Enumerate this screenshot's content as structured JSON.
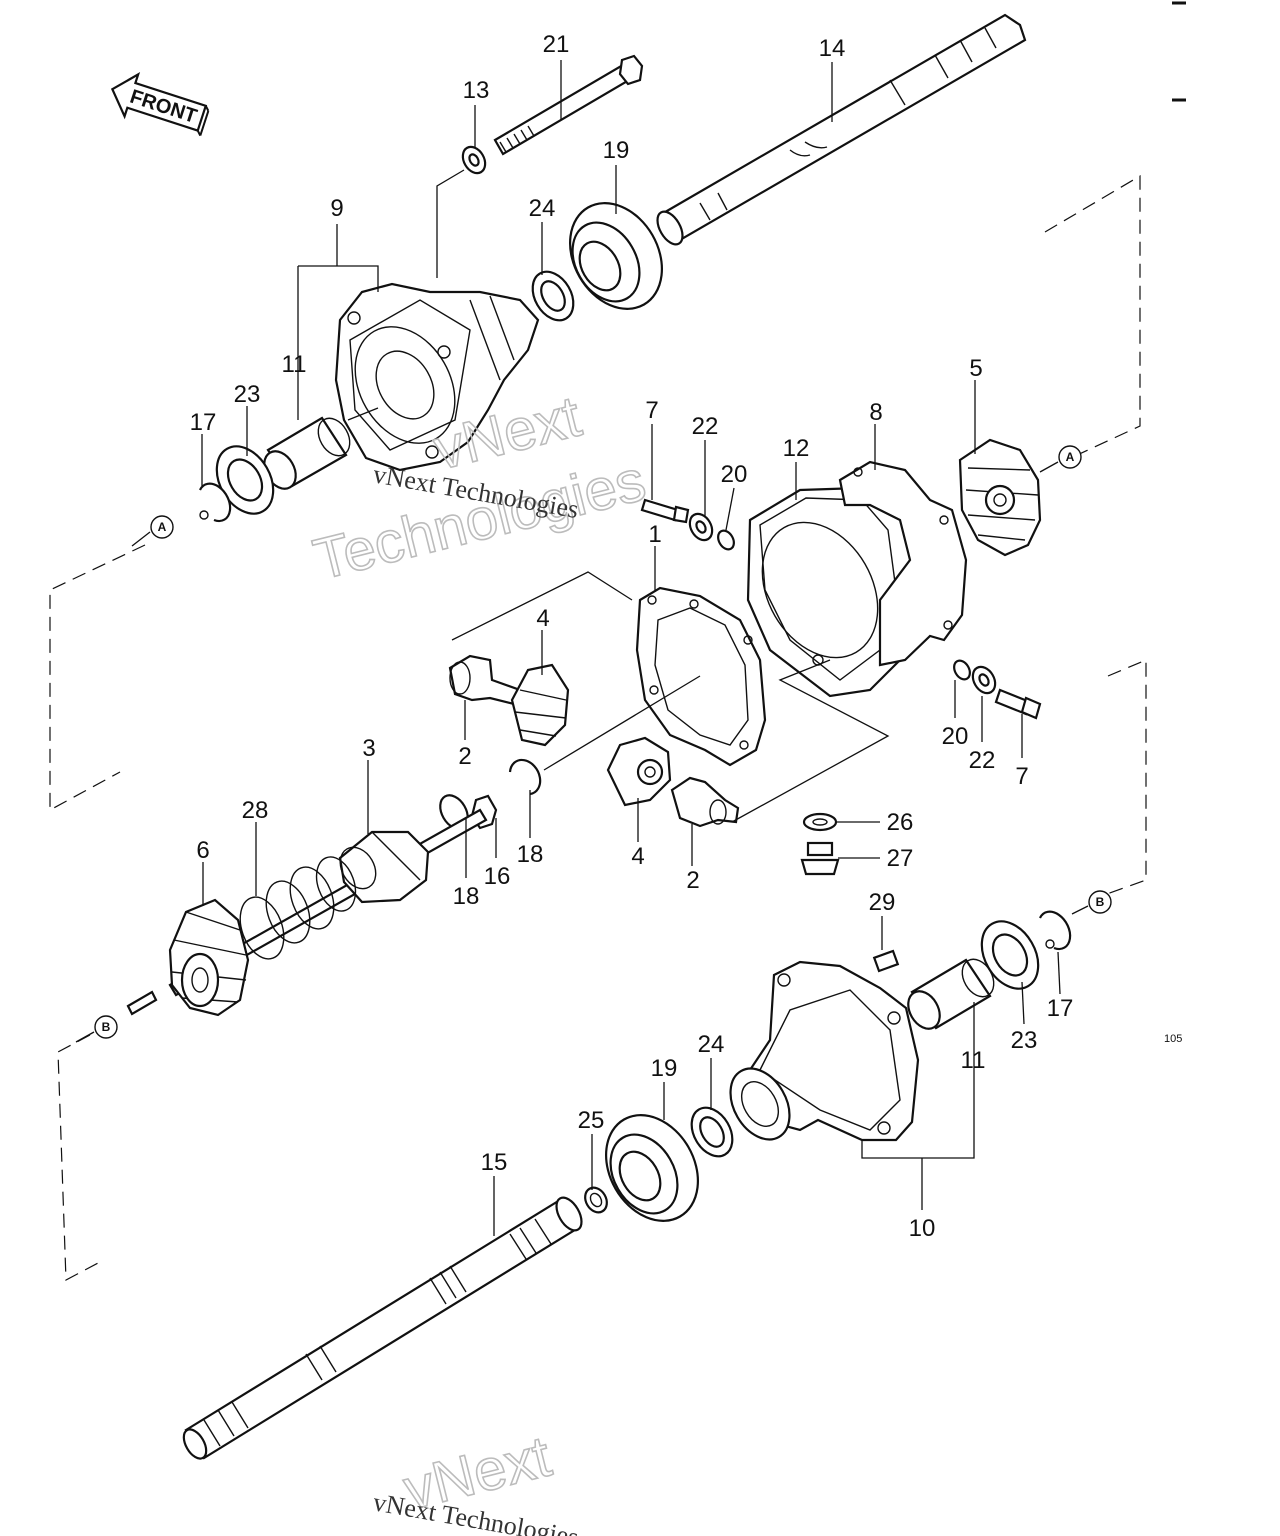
{
  "orientation_label": "FRONT",
  "reference_markers": [
    "A",
    "A",
    "B",
    "B"
  ],
  "page_code": "105",
  "watermark": {
    "brand": "vNext",
    "word": "Technologies",
    "full": "vNext Technologies"
  },
  "callouts": {
    "c1": "1",
    "c2a": "2",
    "c2b": "2",
    "c3": "3",
    "c4a": "4",
    "c4b": "4",
    "c5": "5",
    "c6": "6",
    "c7a": "7",
    "c7b": "7",
    "c8": "8",
    "c9": "9",
    "c10": "10",
    "c11a": "11",
    "c11b": "11",
    "c12": "12",
    "c13": "13",
    "c14": "14",
    "c15": "15",
    "c16": "16",
    "c17a": "17",
    "c17b": "17",
    "c18a": "18",
    "c18b": "18",
    "c19a": "19",
    "c19b": "19",
    "c20a": "20",
    "c20b": "20",
    "c21": "21",
    "c22a": "22",
    "c22b": "22",
    "c23a": "23",
    "c23b": "23",
    "c24a": "24",
    "c24b": "24",
    "c25": "25",
    "c26": "26",
    "c27": "27",
    "c28": "28",
    "c29": "29"
  }
}
